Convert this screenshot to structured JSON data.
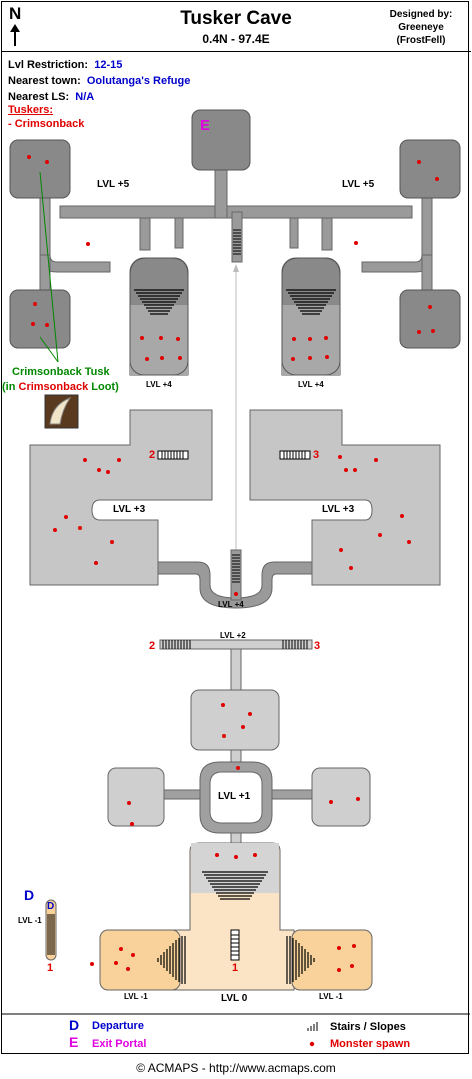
{
  "header": {
    "title": "Tusker Cave",
    "coords": "0.4N - 97.4E",
    "designed_by_label": "Designed by:",
    "designer": "Greeneye",
    "designer_group": "(FrostFell)",
    "north_label": "N"
  },
  "info": {
    "lvl_label": "Lvl Restriction:",
    "lvl_value": "12-15",
    "town_label": "Nearest town:",
    "town_value": "Oolutanga's Refuge",
    "ls_label": "Nearest LS:",
    "ls_value": "N/A",
    "tuskers_label": "Tuskers:",
    "tusker_1": "- Crimsonback"
  },
  "loot": {
    "line1": "Crimsonback Tusk",
    "line2_open": "(in ",
    "line2_name": "Crimsonback",
    "line2_close": " Loot)"
  },
  "map": {
    "exit_marker": "E",
    "departure_marker": "D",
    "lvl_p5": "LVL +5",
    "lvl_p4": "LVL +4",
    "lvl_p3": "LVL +3",
    "lvl_p2": "LVL +2",
    "lvl_p1": "LVL +1",
    "lvl_0": "LVL 0",
    "lvl_m1": "LVL -1",
    "mark_1": "1",
    "mark_2": "2",
    "mark_3": "3"
  },
  "legend": {
    "departure_key": "D",
    "departure": "Departure",
    "exit_key": "E",
    "exit": "Exit Portal",
    "stairs": "Stairs / Slopes",
    "spawn": "Monster spawn"
  },
  "footer": "© ACMAPS - http://www.acmaps.com",
  "colors": {
    "room_dark": "#898989",
    "room_mid": "#a6a6a6",
    "room_light": "#cfcfcf",
    "room_orange": "#f8d29a",
    "room_peach": "#fbe3c5",
    "spawn": "#e00000",
    "corridor": "#9a9a9a"
  }
}
